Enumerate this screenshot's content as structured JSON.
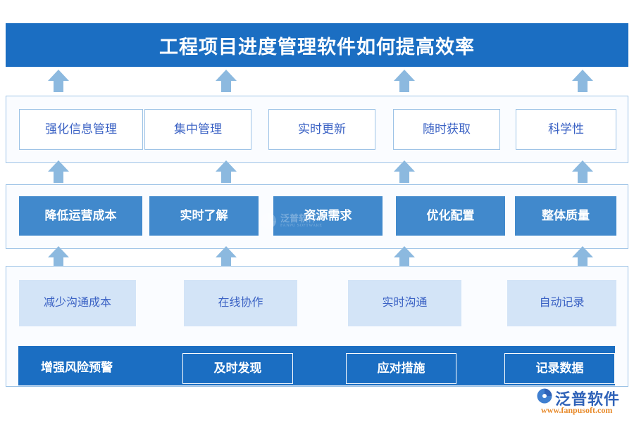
{
  "title": {
    "text": "工程项目进度管理软件如何提高效率"
  },
  "rows": {
    "row2": {
      "name": "benefits-row",
      "items": [
        {
          "label": "强化信息管理"
        },
        {
          "label": "集中管理"
        },
        {
          "label": "实时更新"
        },
        {
          "label": "随时获取"
        },
        {
          "label": "科学性"
        }
      ]
    },
    "row3": {
      "name": "outcomes-row",
      "items": [
        {
          "label": "降低运营成本"
        },
        {
          "label": "实时了解"
        },
        {
          "label": "资源需求"
        },
        {
          "label": "优化配置"
        },
        {
          "label": "整体质量"
        }
      ]
    },
    "row4": {
      "name": "communication-row",
      "items": [
        {
          "label": "减少沟通成本"
        },
        {
          "label": "在线协作"
        },
        {
          "label": "实时沟通"
        },
        {
          "label": "自动记录"
        }
      ]
    },
    "bottom": {
      "name": "risk-warning-row",
      "label": "增强风险预警",
      "items": [
        {
          "label": "及时发现"
        },
        {
          "label": "应对措施"
        },
        {
          "label": "记录数据"
        }
      ]
    }
  },
  "watermark": {
    "brand": "泛普软件",
    "brand_sub": "FANPU SOFTWARE"
  },
  "logo": {
    "brand": "泛普软件",
    "url": "www.fanpusoft.com"
  },
  "colors": {
    "title_blue": "#1B6EC2",
    "box_blue": "#4189CC",
    "light_blue": "#D3E4F7",
    "border_blue": "#9DC3E6",
    "text_blue": "#3B62C4",
    "arrow_blue": "#8CB9DF",
    "panel_bg": "#FAFCFF",
    "logo_orange": "#E88A2A"
  }
}
